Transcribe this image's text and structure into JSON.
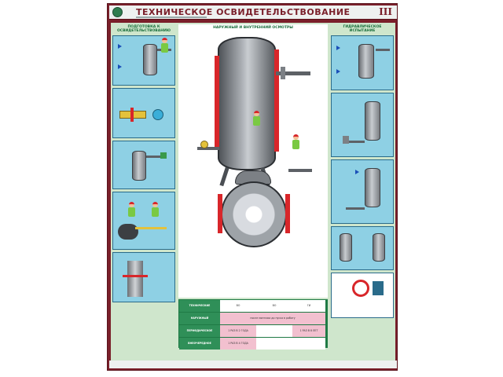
{
  "header": {
    "title": "ТЕХНИЧЕСКОЕ ОСВИДЕТЕЛЬСТВОВАНИЕ",
    "sheet_number": "III"
  },
  "columns": {
    "left_title": "ПОДГОТОВКА К\nОСВИДЕТЕЛЬСТВОВАНИЮ",
    "middle_title": "НАРУЖНЫЙ И ВНУТРЕННИЙ ОСМОТРЫ",
    "right_title": "ГИДРАВЛИЧЕСКОЕ\nИСПЫТАНИЕ"
  },
  "table": {
    "rows": [
      [
        "ТЕХНИЧЕСКИЕ",
        "ВО",
        "ВО",
        "ГИ"
      ],
      [
        "НАРУЖНЫЙ",
        "после монтажа до пуска в работу",
        "",
        ""
      ],
      [
        "ПЕРИОДИЧЕСКОЕ",
        "1 РАЗ В 2 ГОДА",
        "",
        "1 РАЗ В 8 ЛЕТ"
      ],
      [
        "ВНЕОЧЕРЕДНОЕ",
        "1 РАЗ В 4 ГОДА",
        "",
        ""
      ]
    ]
  },
  "colors": {
    "frame": "#7a1f2a",
    "panel": "#cfe6cc",
    "step_bg": "#8ed0e4",
    "heading_green": "#1a6e3c",
    "accent_red": "#d8262a"
  },
  "icons": [
    "logo-icon",
    "vessel-icon",
    "worker-icon",
    "valve-icon",
    "gauge-icon",
    "arrow-icon",
    "prohibited-icon"
  ]
}
